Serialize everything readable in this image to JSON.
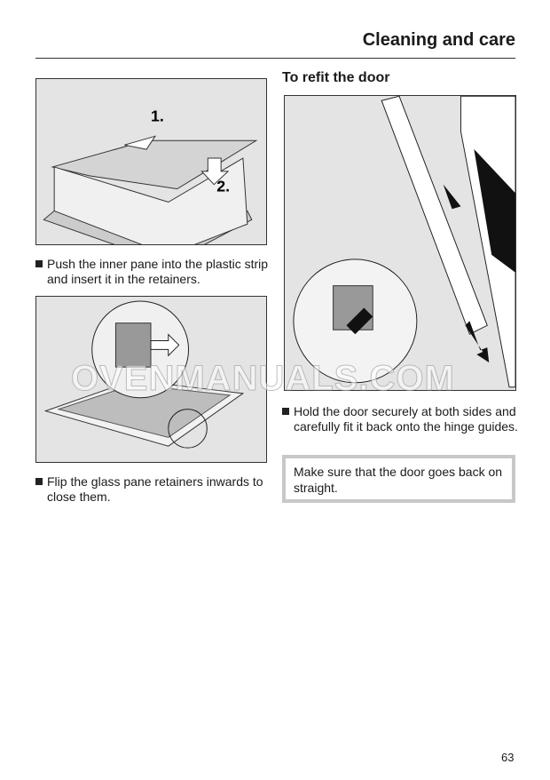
{
  "header": {
    "title": "Cleaning and care"
  },
  "left": {
    "figure1": {
      "step1": "1.",
      "step2": "2."
    },
    "bullet1": "Push the inner pane into the plastic strip and insert it in the retainers.",
    "bullet2": "Flip the glass pane retainers inwards to close them."
  },
  "right": {
    "heading": "To refit the door",
    "bullet3": "Hold the door securely at both sides and carefully fit it back onto the hinge guides.",
    "note": "Make sure that the door goes back on straight."
  },
  "watermark": "OVENMANUALS.COM",
  "page_number": "63"
}
